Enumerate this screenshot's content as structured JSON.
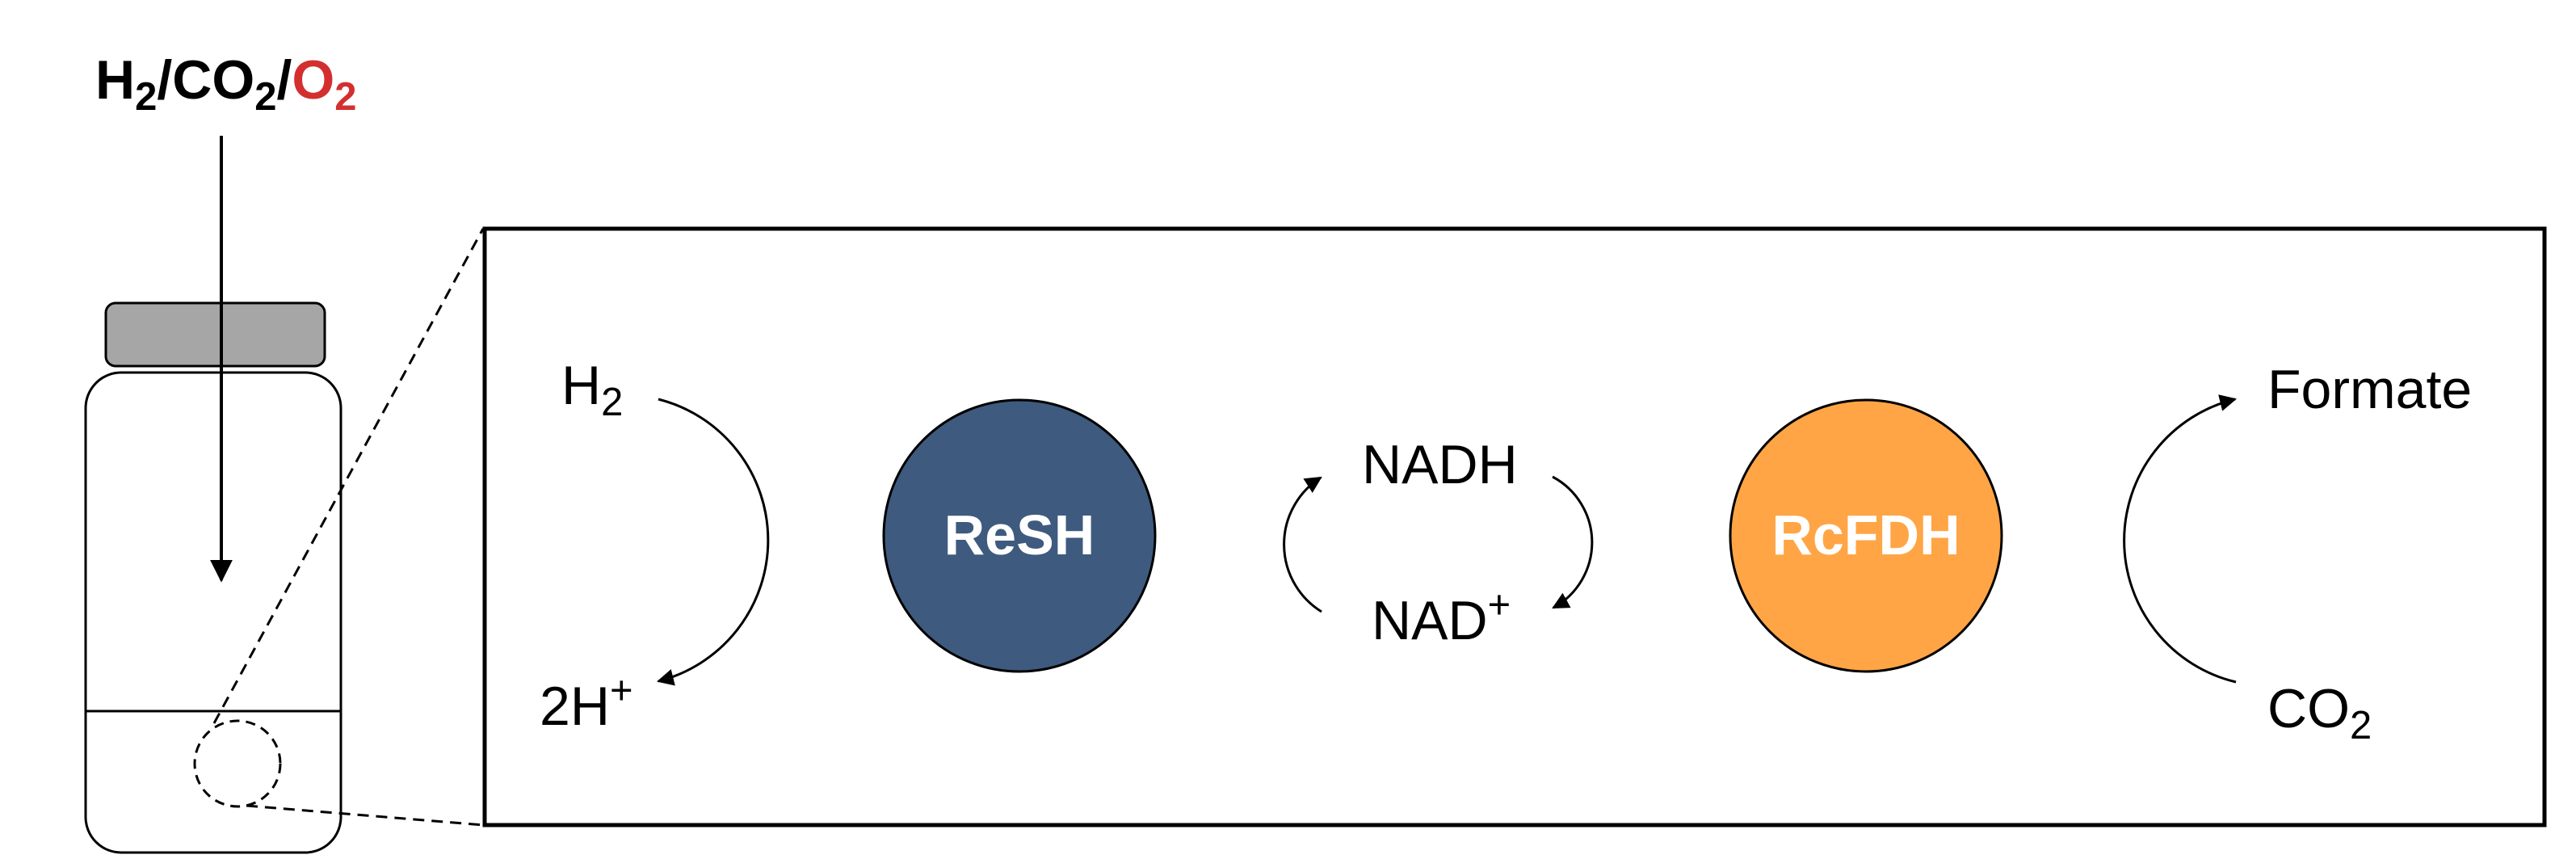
{
  "colors": {
    "black": "#000000",
    "red": "#d32f2f",
    "cap_gray": "#a6a6a6",
    "resh_fill": "#3e5a7e",
    "rcfdh_fill": "#ffa545",
    "white": "#ffffff"
  },
  "gas_label": {
    "h": "H",
    "h_sub": "2",
    "slash1": "/",
    "co": "CO",
    "co_sub": "2",
    "slash2": "/",
    "o": "O",
    "o_sub": "2"
  },
  "enzymes": {
    "resh": "ReSH",
    "rcfdh": "RcFDH"
  },
  "species": {
    "h2": "H",
    "h2_sub": "2",
    "two_h_plus": "2H",
    "two_h_plus_sup": "+",
    "nadh": "NADH",
    "nad_plus": "NAD",
    "nad_plus_sup": "+",
    "formate": "Formate",
    "co2": "CO",
    "co2_sub": "2"
  }
}
